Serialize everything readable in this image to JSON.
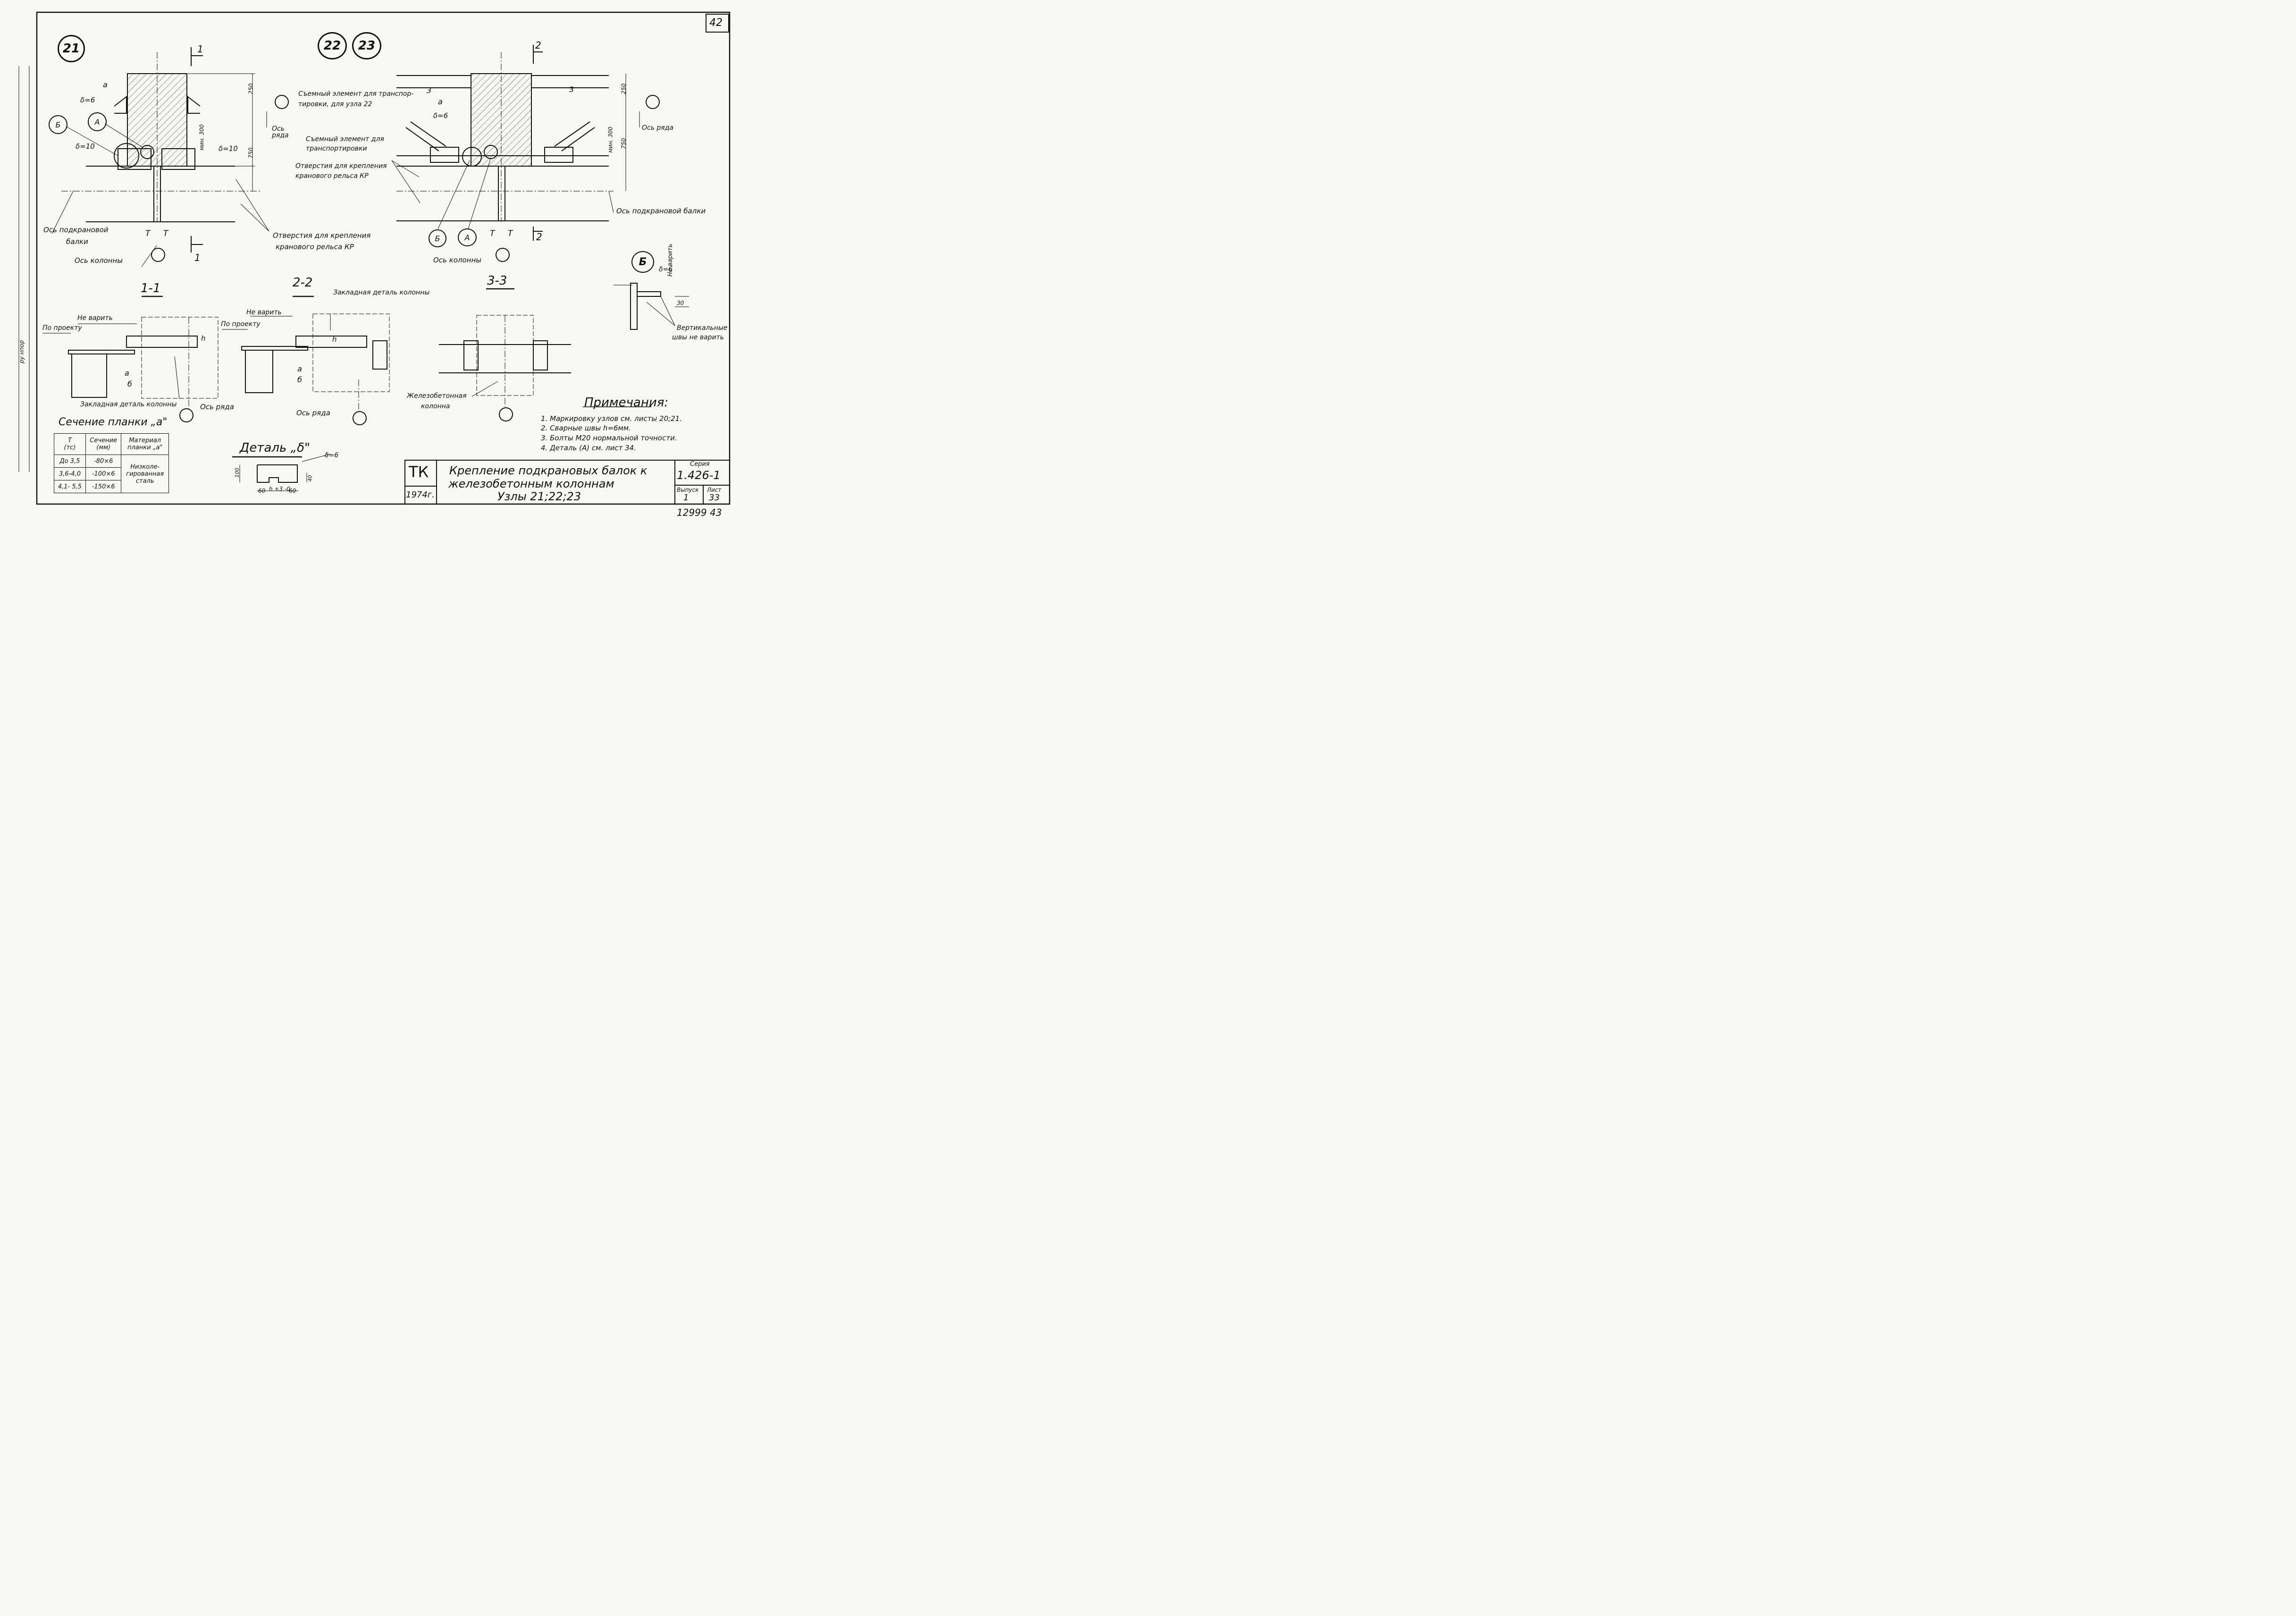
{
  "sheet_number": "42",
  "nodes": {
    "n21": "21",
    "n22": "22",
    "n23": "23"
  },
  "plan21": {
    "section_mark": "1",
    "a": "а",
    "d6": "δ=6",
    "d10_left": "δ=10",
    "d10_right": "δ=10",
    "b_callout": "Б",
    "a_callout": "А",
    "dim250": "250",
    "dim750": "750",
    "min300": "мин. 300",
    "row_axis": "Ось ряда",
    "crane_beam_axis_l1": "Ось подкрановой",
    "crane_beam_axis_l2": "балки",
    "holes_l1": "Отверстия для крепления",
    "holes_l2": "кранового рельса КР",
    "column_axis": "Ось колонны",
    "t_left": "T",
    "t_right": "T"
  },
  "plan2223": {
    "section_mark_top": "2",
    "section_mark_bottom": "2",
    "mark3_left": "3",
    "mark3_right": "3",
    "removable1_l1": "Съемный элемент для транспор-",
    "removable1_l2": "тировки, для узла 22",
    "a": "а",
    "d6": "δ=6",
    "removable2_l1": "Съемный элемент для",
    "removable2_l2": "транспортировки",
    "holes_l1": "Отверстия для крепления",
    "holes_l2": "кранового рельса КР",
    "dim250": "250",
    "dim750": "750",
    "min300": "мин. 300",
    "row_axis": "Ось ряда",
    "crane_beam_axis": "Ось подкрановой балки",
    "b_callout": "Б",
    "a_callout": "А",
    "column_axis": "Ось колонны",
    "t_left": "T",
    "t_right": "T"
  },
  "section11": {
    "title": "1-1",
    "ne_varit": "Не варить",
    "po_proektu": "По проекту",
    "a": "а",
    "b": "б",
    "h": "h",
    "embed": "Закладная деталь колонны",
    "row_axis": "Ось ряда"
  },
  "section22": {
    "title": "2-2",
    "embed": "Закладная деталь колонны",
    "ne_varit": "Не варить",
    "po_proektu": "По проекту",
    "a": "а",
    "b": "б",
    "h": "h",
    "row_axis": "Ось ряда"
  },
  "section33": {
    "title": "3-3",
    "column_l1": "Железобетонная",
    "column_l2": "колонна"
  },
  "detailB": {
    "label": "Б",
    "d6": "δ=6",
    "ne_varit": "Не варить",
    "dim30": "30",
    "vert_l1": "Вертикальные",
    "vert_l2": "швы не варить"
  },
  "plank_table": {
    "title": "Сечение планки „а\"",
    "headers": [
      "T\n(тс)",
      "Сечение\n(мм)",
      "Материал\nпланки „а\""
    ],
    "rows": [
      {
        "t": "До 3,5",
        "section": "-80×6"
      },
      {
        "t": "3,6-4,0",
        "section": "-100×6"
      },
      {
        "t": "4,1- 5,5",
        "section": "-150×6"
      }
    ],
    "material_l1": "Низколе-",
    "material_l2": "гированная",
    "material_l3": "сталь"
  },
  "detail_b_plate": {
    "title": "Деталь „δ\"",
    "d6": "δ=6",
    "dim100": "100",
    "dim40": "40",
    "dim60_l": "60",
    "dim60_r": "60",
    "h_tol": "h +3 -0"
  },
  "notes": {
    "title": "Примечания:",
    "items": [
      "1. Маркировку узлов см. листы 20;21.",
      "2. Сварные швы h=6мм.",
      "3. Болты М20 нормальной точности.",
      "4. Деталь (А) см. лист 34."
    ]
  },
  "title_block": {
    "org": "ТК",
    "year": "1974г.",
    "title_l1": "Крепление подкрановых балок к",
    "title_l2": "железобетонным колоннам",
    "title_l3": "Узлы 21;22;23",
    "series_label": "Серия",
    "series": "1.426-1",
    "issue_label": "Выпуск",
    "issue": "1",
    "sheet_label": "Лист",
    "sheet": "33"
  },
  "bottom_number": "12999 43",
  "margin_text": "ру нпор"
}
